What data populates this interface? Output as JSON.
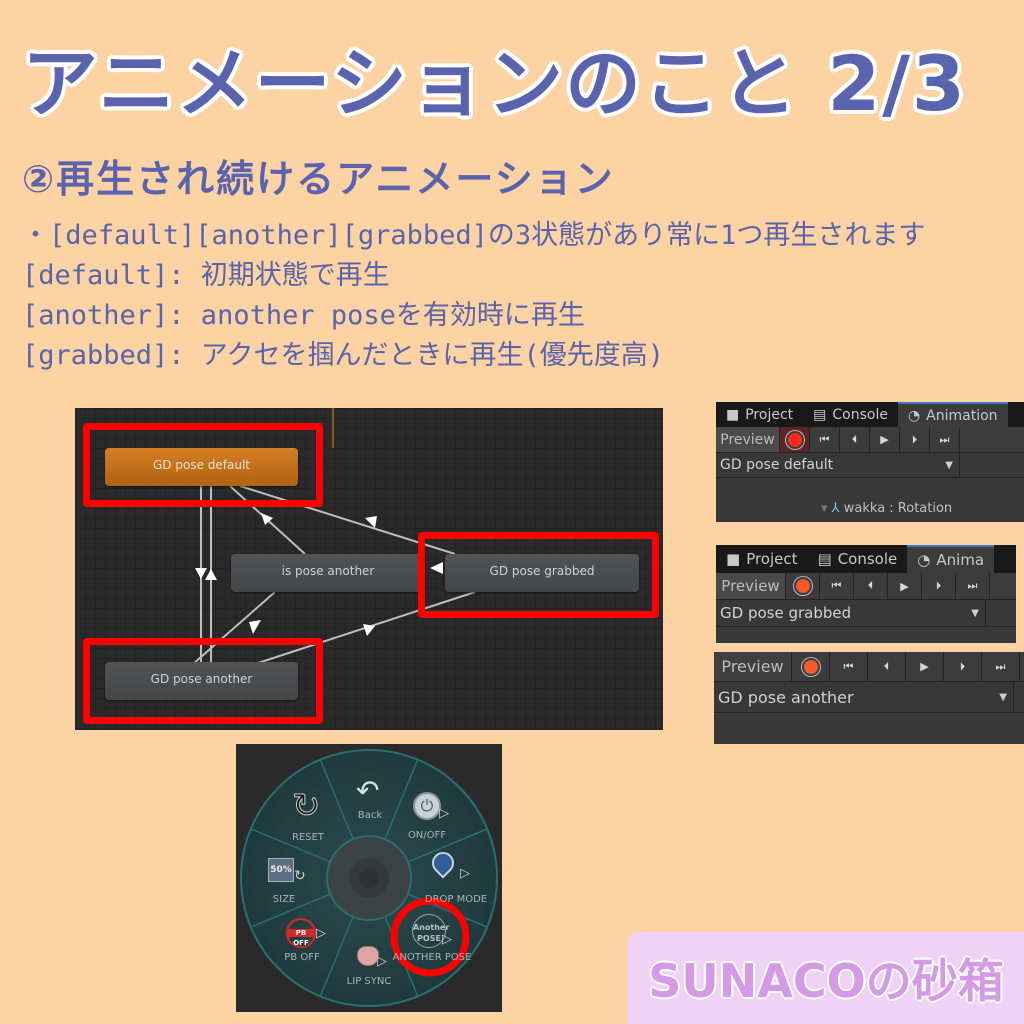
{
  "header": {
    "title": "アニメーションのこと 2/3",
    "subtitle": "②再生され続けるアニメーション"
  },
  "description": {
    "lines": [
      "・[default][another][grabbed]の3状態があり常に1つ再生されます",
      "[default]: 初期状態で再生",
      "[another]: another poseを有効時に再生",
      "[grabbed]: アクセを掴んだときに再生(優先度高)"
    ]
  },
  "state_machine": {
    "nodes": [
      {
        "id": "default",
        "label": "GD pose default",
        "highlighted": true,
        "color": "#c8741c"
      },
      {
        "id": "is_another",
        "label": "is pose another",
        "highlighted": false
      },
      {
        "id": "grabbed",
        "label": "GD pose grabbed",
        "highlighted": true
      },
      {
        "id": "another",
        "label": "GD pose another",
        "highlighted": true
      }
    ],
    "highlight_color": "#ff0000"
  },
  "animation_panels": [
    {
      "tabs": [
        "Project",
        "Console",
        "Animation"
      ],
      "preview_label": "Preview",
      "clip": "GD pose default",
      "track": "wakka : Rotation"
    },
    {
      "tabs": [
        "Project",
        "Console",
        "Anima"
      ],
      "preview_label": "Preview",
      "clip": "GD pose grabbed"
    },
    {
      "preview_label": "Preview",
      "clip": "GD pose another"
    }
  ],
  "radial_menu": {
    "items": [
      {
        "label": "Back",
        "icon": "back-arrow-icon"
      },
      {
        "label": "ON/OFF",
        "icon": "power-icon"
      },
      {
        "label": "DROP MODE",
        "icon": "map-pin-icon"
      },
      {
        "label": "ANOTHER POSE",
        "icon": "another-pose-icon",
        "icon_text": "Another POSE",
        "highlighted": true
      },
      {
        "label": "LIP SYNC",
        "icon": "lips-icon"
      },
      {
        "label": "PB OFF",
        "icon": "pb-off-icon",
        "icon_text": "PB OFF"
      },
      {
        "label": "SIZE",
        "icon": "size-icon",
        "icon_text": "50%"
      },
      {
        "label": "RESET",
        "icon": "reset-icon"
      }
    ]
  },
  "brand": {
    "label": "SUNACOの砂箱"
  }
}
